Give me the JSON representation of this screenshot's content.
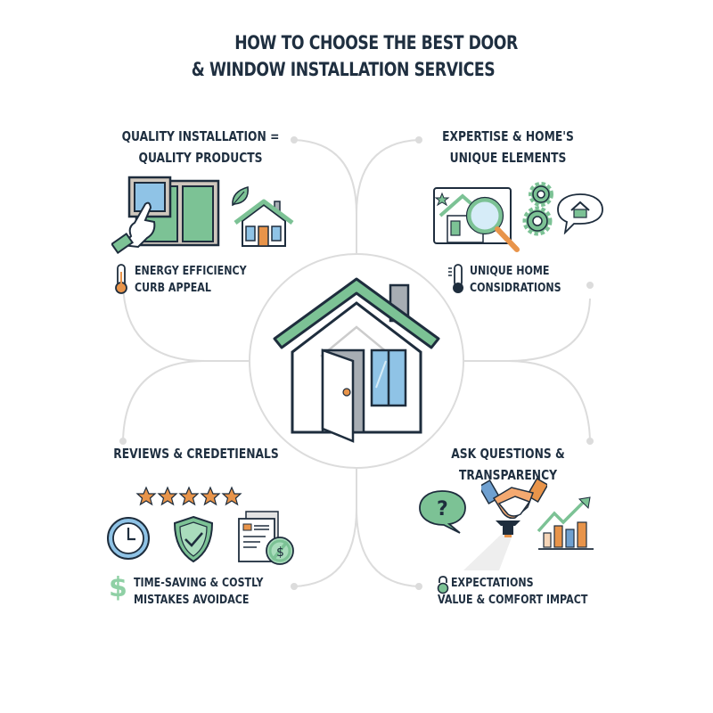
{
  "title": {
    "line1": "HOW TO CHOOSE THE BEST DOOR",
    "line2": "& WINDOW INSTALLATION SERVICES"
  },
  "colors": {
    "text": "#1f2f40",
    "green": "#7cc295",
    "blue": "#8fc3e6",
    "orange": "#e8944a",
    "connector": "#d9d9d9",
    "outline": "#1e2d3d"
  },
  "center": {
    "icon": "house-open-door-icon"
  },
  "sections": [
    {
      "id": "quality",
      "heading_line1": "QUALITY INSTALLATION =",
      "heading_line2": "QUALITY PRODUCTS",
      "icons": [
        "hand-window-icon",
        "leaf-icon",
        "small-house-icon"
      ],
      "sub_icon": "thermometer-icon",
      "sub_line1": "ENERGY EFFICIENCY",
      "sub_line2": "CURB APPEAL"
    },
    {
      "id": "expertise",
      "heading_line1": "EXPERTISE & HOME'S",
      "heading_line2": "UNIQUE ELEMENTS",
      "icons": [
        "house-magnifier-icon",
        "gears-icon",
        "speech-bubble-house-icon"
      ],
      "sub_icon": "thermometer-icon",
      "sub_line1": "UNIQUE HOME",
      "sub_line2": "CONSIDRATIONS"
    },
    {
      "id": "reviews",
      "heading_line1": "REVIEWS & CREDETIENALS",
      "stars": 5,
      "icons": [
        "clock-icon",
        "shield-check-icon",
        "documents-no-money-icon"
      ],
      "sub_icon": "dollar-icon",
      "sub_line1": "TIME-SAVING & COSTLY",
      "sub_line2": "MISTAKES AVOIDACE"
    },
    {
      "id": "transparency",
      "heading_line1": "ASK QUESTIONS & TRANSPARENCY",
      "icons": [
        "question-bubble-icon",
        "handshake-icon",
        "spotlight-icon",
        "growth-chart-icon"
      ],
      "sub_icon": "lock-icon",
      "sub_line1": "EXPECTATIONS",
      "sub_line2": "VALUE & COMFORT IMPACT"
    }
  ]
}
